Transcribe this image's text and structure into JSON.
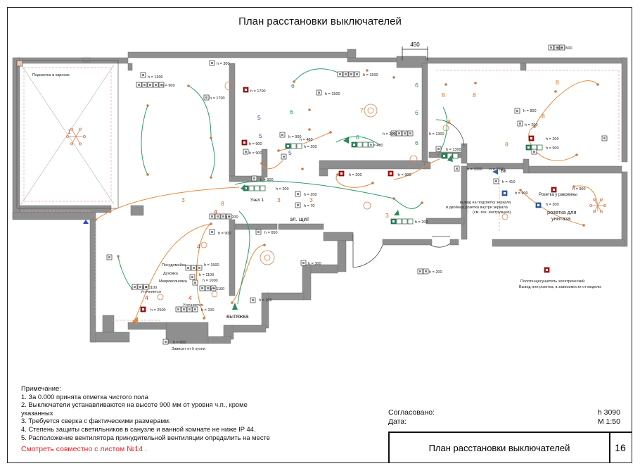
{
  "page": {
    "title": "План расстановки выключателей"
  },
  "colors": {
    "wall": "#8c8c8c",
    "line_orange": "#e88a3c",
    "line_green": "#2e9a6a",
    "switch_red": "#b01c1c",
    "switch_green": "#2a8a5a",
    "switch_blue": "#3a5ea8",
    "label_orange": "#e07020",
    "label_green": "#2a9a4a",
    "label_blue": "#3a4ab0",
    "note_red": "#e02020"
  },
  "dimension": "450",
  "rooms": [
    {
      "text": "эл. щит"
    },
    {
      "text": "Узел 1"
    },
    {
      "text": "вытяжка"
    },
    {
      "text": "ВК"
    }
  ],
  "annotations": {
    "balcony_light": "Подсветка в карнизе",
    "mirror": "вывод на подсветку зеркала",
    "mirror2": "и двойная розетка внутри зеркала",
    "mirror3": "(см. тех. инструкцию)",
    "sink": "Розетка у раковины",
    "toilet1": "розетка для",
    "toilet2": "унитаза",
    "towel1": "Полотенцесушитель электрический.",
    "towel2": "Вывод или розетка, в зависимости от модели.",
    "dishwasher": "Посудомойка",
    "oven": "Духовка",
    "microwave": "Микроволновка",
    "clarify1": "Уточняется",
    "clarify2": "Уточняется",
    "hood_dep": "Зависит от h кухни"
  },
  "heights": [
    "h = 300",
    "h = 1300",
    "h = 900",
    "h = 1700",
    "h = 1700",
    "h = 900",
    "h = 900",
    "h = 1500",
    "h = 1500",
    "h = 900",
    "h = 200",
    "h = 480",
    "h = 480",
    "h = 200",
    "h = 1300",
    "h = 1300",
    "h = 200",
    "h = 900",
    "h = 900",
    "h = 200",
    "h = 200",
    "h = 70",
    "h = 200",
    "h = 900",
    "h = 650",
    "h = 200",
    "h = 800",
    "h = 200",
    "h = 200",
    "h = 900",
    "h = 1500",
    "h = 1000",
    "h = 410",
    "h = 900",
    "h = 300",
    "h = 900",
    "h = 1500",
    "h = 1100",
    "h = 1100",
    "h = 1500",
    "h = 1100",
    "h = 1000",
    "h = 2500",
    "h = 200",
    "h = 200",
    "h = 900",
    "h = 200",
    "h = 300"
  ],
  "group_labels": [
    "1",
    "3",
    "3",
    "3",
    "4",
    "4",
    "4",
    "4",
    "5",
    "5",
    "5",
    "6",
    "6",
    "6",
    "6",
    "6",
    "6",
    "7",
    "8",
    "8",
    "8",
    "8",
    "8",
    "8",
    "3",
    "8"
  ],
  "notes": {
    "heading": "Примечание:",
    "items": [
      "1. За 0.000 принята отметка чистого пола",
      "2. Выключатели устанавливаются на высоте 900 мм от уровня ч.п., кроме",
      "указанных",
      "3. Требуется сверка с фактическими размерами.",
      "4. Степень защиты светильников в санузле и ванной комнате не ниже IP 44.",
      "5. Расположение вентилятора принудительной вентиляции определить на месте"
    ],
    "see_also": "Смотреть совместно с листом №14 ."
  },
  "approval": {
    "agreed_label": "Согласовано:",
    "date_label": "Дата:",
    "height_value": "h  3090",
    "scale": "М 1:50"
  },
  "stamp": {
    "sheet_name": "План расстановки выключателей",
    "sheet_number": "16"
  }
}
